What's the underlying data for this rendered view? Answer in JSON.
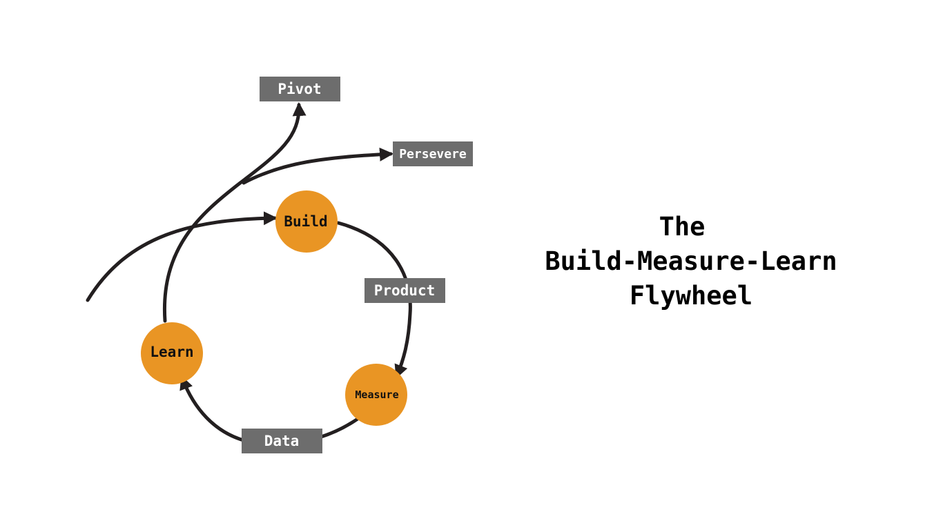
{
  "title": {
    "line1": "The",
    "line2": "Build-Measure-Learn",
    "line3": "Flywheel"
  },
  "nodes": {
    "build": "Build",
    "measure": "Measure",
    "learn": "Learn"
  },
  "edge_labels": {
    "product": "Product",
    "data": "Data"
  },
  "outcomes": {
    "pivot": "Pivot",
    "persevere": "Persevere"
  },
  "colors": {
    "node_fill": "#e99524",
    "tag_fill": "#6d6d6d",
    "line": "#231f20"
  }
}
